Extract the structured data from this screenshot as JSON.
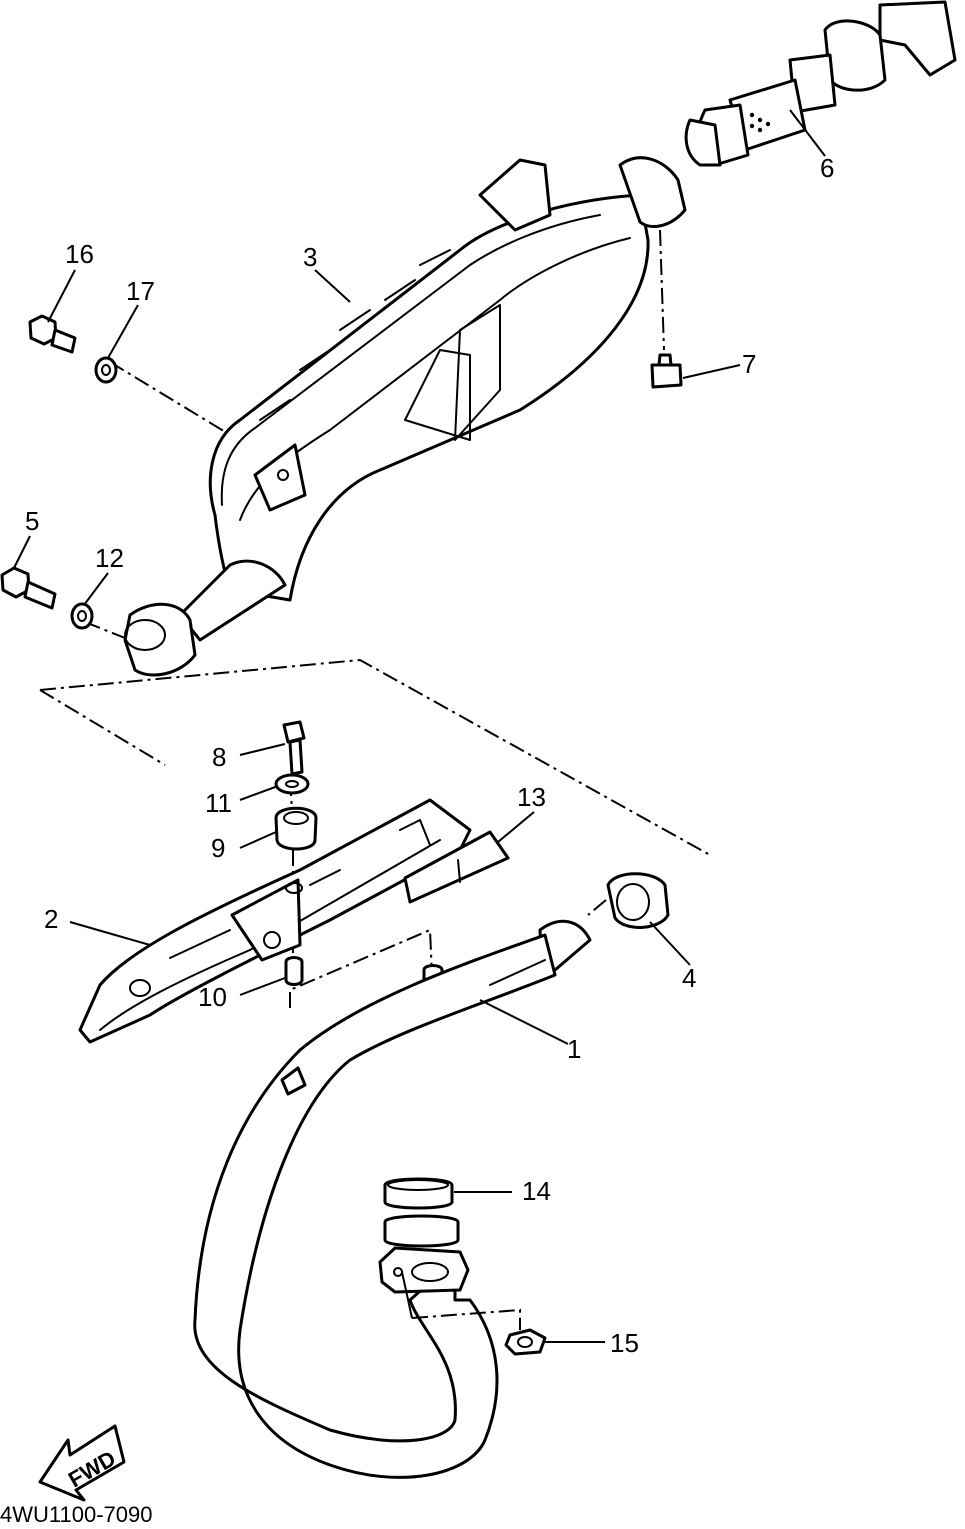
{
  "diagram": {
    "part_numbers": [
      "1",
      "2",
      "3",
      "4",
      "5",
      "6",
      "7",
      "8",
      "9",
      "10",
      "11",
      "12",
      "13",
      "14",
      "15",
      "16",
      "17"
    ],
    "direction_label": "FWD",
    "drawing_code": "4WU1100-7090"
  }
}
